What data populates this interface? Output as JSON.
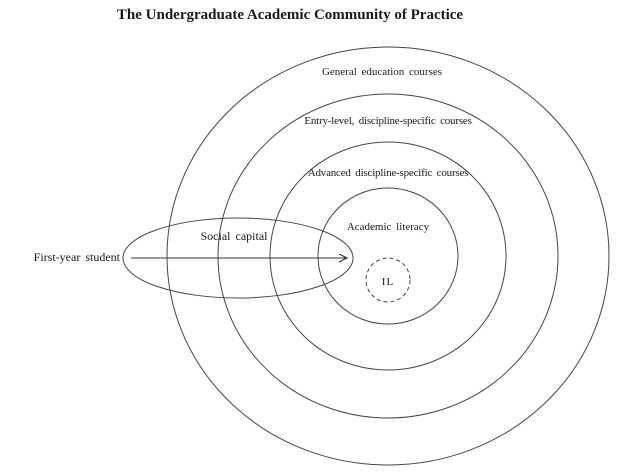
{
  "page": {
    "title": "The Undergraduate Academic Community of Practice",
    "background": "#ffffff"
  },
  "diagram": {
    "type": "concentric-rings",
    "rings": [
      {
        "label": "General education courses",
        "style": "solid"
      },
      {
        "label": "Entry-level, discipline-specific courses",
        "style": "solid"
      },
      {
        "label": "Advanced discipline-specific courses",
        "style": "solid"
      },
      {
        "label": "Academic literacy",
        "style": "solid"
      },
      {
        "label": "IL",
        "style": "dashed"
      }
    ],
    "social_capital_ellipse": {
      "label": "Social capital"
    },
    "external_actor": {
      "label": "First-year student"
    },
    "arrow": {
      "from_label": "First-year student",
      "points_to": "inner circle boundary"
    },
    "colors": {
      "line": "#454545",
      "text": "#1a1a1a"
    }
  }
}
